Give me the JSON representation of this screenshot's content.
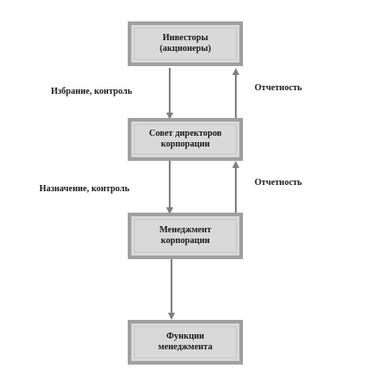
{
  "nodes": {
    "investors": {
      "line1": "Инвесторы",
      "line2": "(акционеры)"
    },
    "board": {
      "line1": "Совет директоров",
      "line2": "корпорации"
    },
    "management": {
      "line1": "Менеджмент",
      "line2": "корпорации"
    },
    "functions": {
      "line1": "Функции",
      "line2": "менеджмента"
    }
  },
  "edges": {
    "election": "Избрание, контроль",
    "reporting_1": "Отчетность",
    "appointment": "Назначение, контроль",
    "reporting_2": "Отчетность"
  },
  "colors": {
    "box_fill": "#d9d9d9",
    "box_border": "#a0a0a0",
    "arrow": "#808080"
  }
}
